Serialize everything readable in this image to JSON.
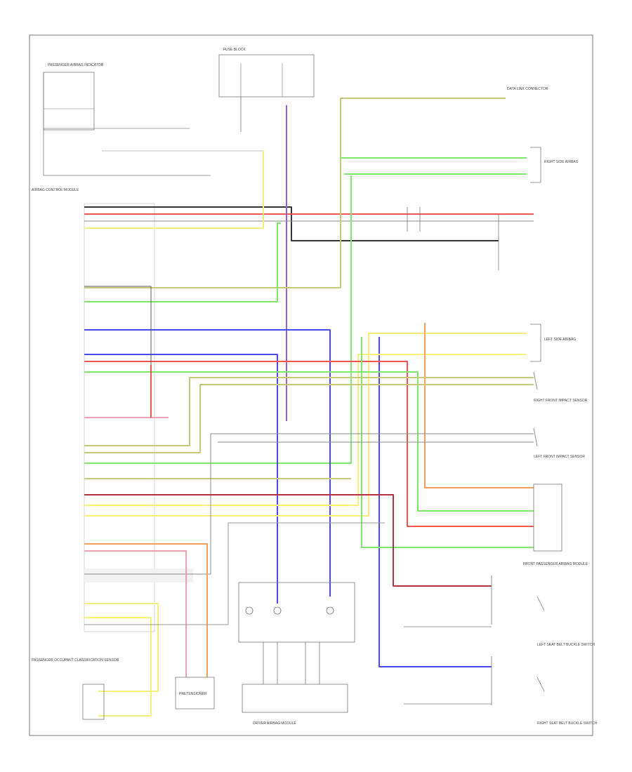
{
  "figure_id": "",
  "components": {
    "airbag_module": "AIRBAG CONTROL MODULE",
    "occupant_sensor": "PASSENGER OCCUPANT CLASSIFICATION SENSOR",
    "driver_module": "DRIVER AIRBAG MODULE",
    "passenger_module": "FRONT PASSENGER AIRBAG MODULE",
    "left_side_airbag": "LEFT SIDE AIRBAG",
    "right_side_airbag": "RIGHT SIDE AIRBAG",
    "left_front_sensor": "LEFT FRONT IMPACT SENSOR",
    "right_front_sensor": "RIGHT FRONT IMPACT SENSOR",
    "pretensioner": "PRETENSIONER",
    "left_buckle_switch": "LEFT SEAT BELT BUCKLE SWITCH",
    "right_buckle_switch": "RIGHT SEAT BELT BUCKLE SWITCH",
    "fuse_block": "FUSE BLOCK",
    "data_link": "DATA LINK CONNECTOR",
    "passenger_indicator": "PASSENGER AIRBAG INDICATOR"
  },
  "wire_colors": {
    "red": "#f2554f",
    "green": "#7de86a",
    "yellow": "#f5f07a",
    "blue": "#4a4af5",
    "violet": "#a55ad8",
    "black": "#333333",
    "orange": "#f5a05a",
    "olive": "#c8c87a",
    "pink": "#f0a0b4",
    "gray": "#aaaaaa",
    "maroon": "#b4323c"
  }
}
